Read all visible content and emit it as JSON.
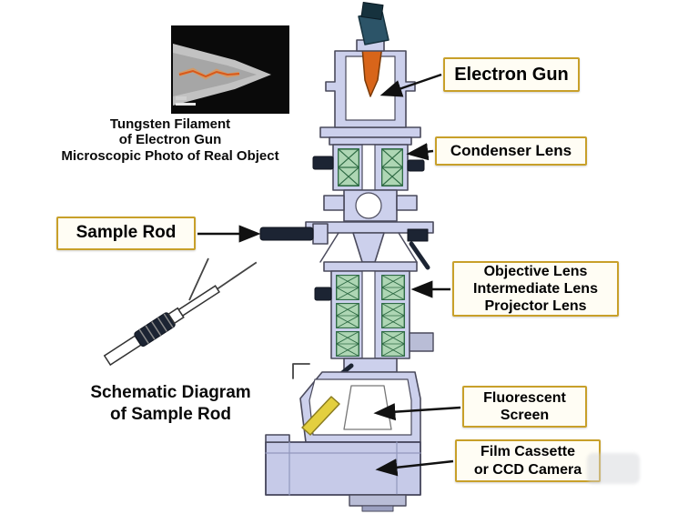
{
  "inset_photo": {
    "caption": [
      "Tungsten Filament",
      "of Electron Gun",
      "Microscopic Photo of Real Object"
    ]
  },
  "labels": {
    "electron_gun": "Electron Gun",
    "condenser_lens": "Condenser Lens",
    "sample_rod": "Sample Rod",
    "lens_stack": [
      "Objective Lens",
      "Intermediate Lens",
      "Projector Lens"
    ],
    "fluorescent_screen": [
      "Fluorescent",
      "Screen"
    ],
    "film_cassette": [
      "Film Cassette",
      "or CCD Camera"
    ]
  },
  "schematic": {
    "caption": [
      "Schematic Diagram",
      "of Sample Rod"
    ]
  },
  "colors": {
    "label_border": "#c8a02a",
    "label_background": "#fffdf4",
    "column_body": "#ccd0ec",
    "coil_green": "#aed6b4",
    "filament_orange": "#d8651a",
    "screen_yellow": "#e3cf3f"
  }
}
